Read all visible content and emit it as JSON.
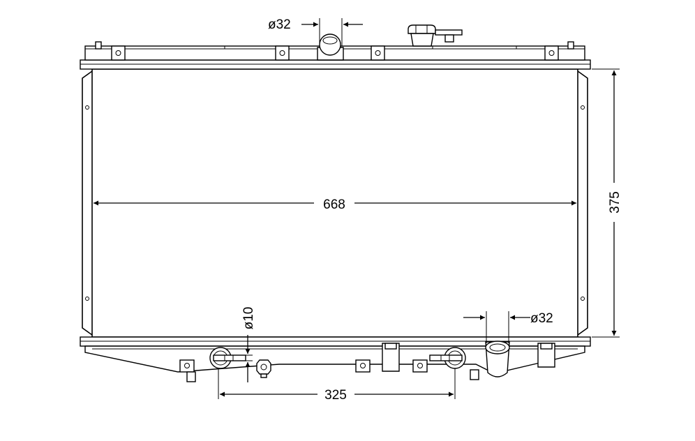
{
  "dimensions": {
    "inlet_diameter_top": "ø32",
    "outlet_diameter_bottom": "ø32",
    "drain_diameter": "ø10",
    "core_width": "668",
    "core_height": "375",
    "fitting_spacing": "325"
  },
  "colors": {
    "line": "#000000",
    "background": "#ffffff"
  }
}
